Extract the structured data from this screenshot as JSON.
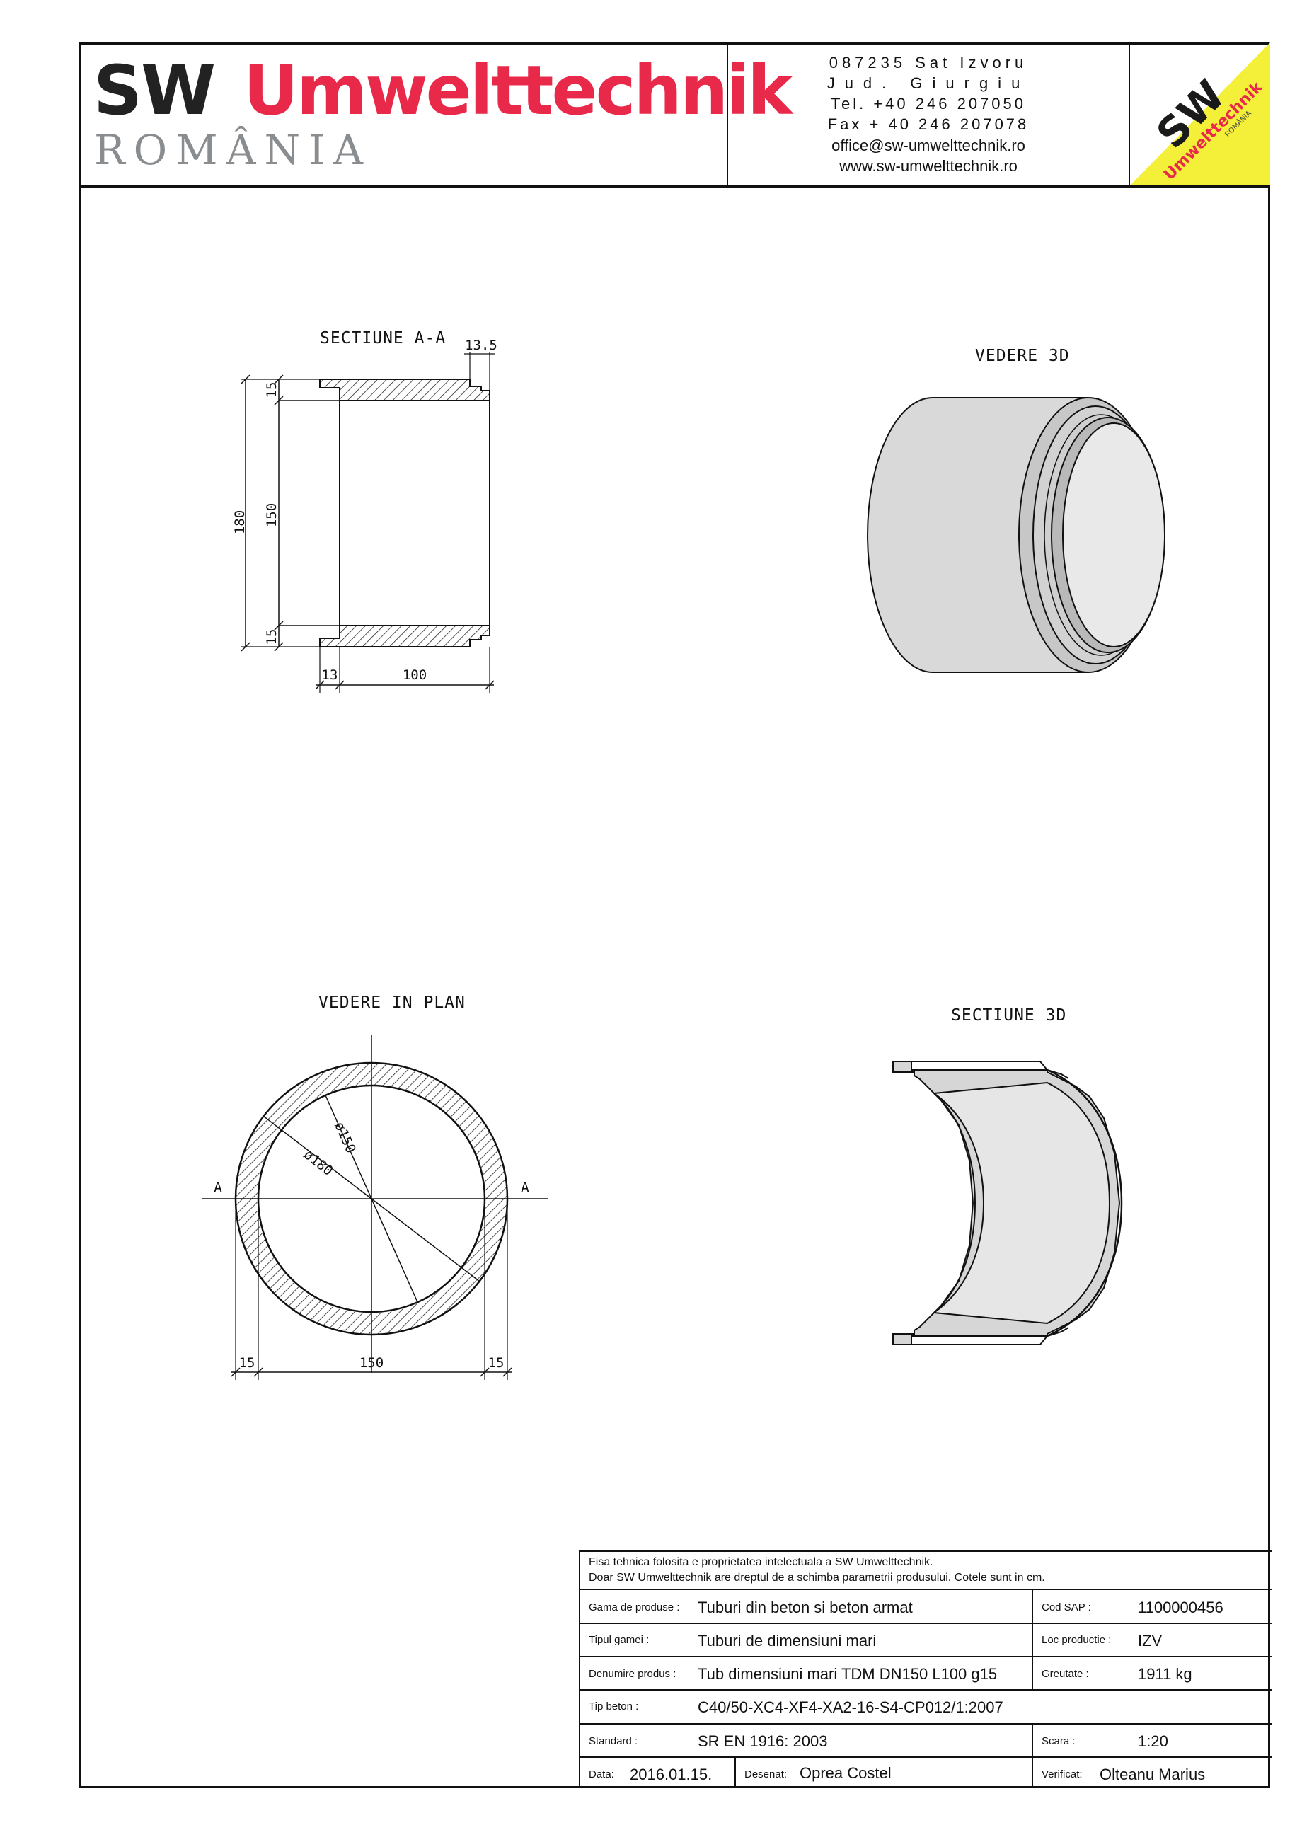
{
  "header": {
    "brand_sw": "SW",
    "brand_name": "Umwelttechnik",
    "brand_country": "ROMÂNIA",
    "address": "087235 Sat Izvoru",
    "county": "Jud. Giurgiu",
    "tel": "Tel. +40 246 207050",
    "fax": "Fax + 40 246 207078",
    "email": "office@sw-umwelttechnik.ro",
    "web": "www.sw-umwelttechnik.ro",
    "badge_sw": "SW",
    "badge_name": "Umwelttechnik",
    "badge_country": "ROMÂNIA"
  },
  "views": {
    "section_aa": {
      "title": "SECTIUNE   A-A",
      "dims": {
        "top_step": "13.5",
        "total_height": "180",
        "inner_height": "150",
        "wall_top": "15",
        "wall_bottom": "15",
        "spigot": "13",
        "length": "100"
      }
    },
    "view_3d": {
      "title": "VEDERE 3D"
    },
    "plan_view": {
      "title": "VEDERE IN PLAN",
      "dims": {
        "inner_dia": "ø150",
        "outer_dia": "ø180",
        "section_left": "A",
        "section_right": "A",
        "wall_left": "15",
        "inner": "150",
        "wall_right": "15"
      }
    },
    "section_3d": {
      "title": "SECTIUNE 3D"
    }
  },
  "title_block": {
    "note_line1": "Fisa tehnica folosita e proprietatea intelectuala a SW Umwelttechnik.",
    "note_line2": "Doar SW Umwelttechnik are dreptul de a schimba parametrii produsului. Cotele sunt in cm.",
    "rows": {
      "gama_label": "Gama de produse :",
      "gama_value": "Tuburi din beton si beton armat",
      "cod_label": "Cod SAP :",
      "cod_value": "1100000456",
      "tipul_label": "Tipul gamei :",
      "tipul_value": "Tuburi de dimensiuni mari",
      "loc_label": "Loc productie :",
      "loc_value": "IZV",
      "denumire_label": "Denumire produs :",
      "denumire_value": "Tub dimensiuni mari TDM DN150 L100 g15",
      "greutate_label": "Greutate :",
      "greutate_value": "1911 kg",
      "beton_label": "Tip beton :",
      "beton_value": "C40/50-XC4-XF4-XA2-16-S4-CP012/1:2007",
      "standard_label": "Standard :",
      "standard_value": "SR EN 1916: 2003",
      "scara_label": "Scara :",
      "scara_value": "1:20",
      "data_label": "Data:",
      "data_value": "2016.01.15.",
      "desenat_label": "Desenat:",
      "desenat_value": "Oprea Costel",
      "verificat_label": "Verificat:",
      "verificat_value": "Olteanu Marius"
    }
  },
  "colors": {
    "brand_red": "#e8294a",
    "brand_dark": "#222222",
    "brand_grey": "#8a8d90",
    "badge_yellow": "#f4f03a",
    "concrete": "#d9d9d9",
    "concrete_dark": "#bdbdbd"
  }
}
